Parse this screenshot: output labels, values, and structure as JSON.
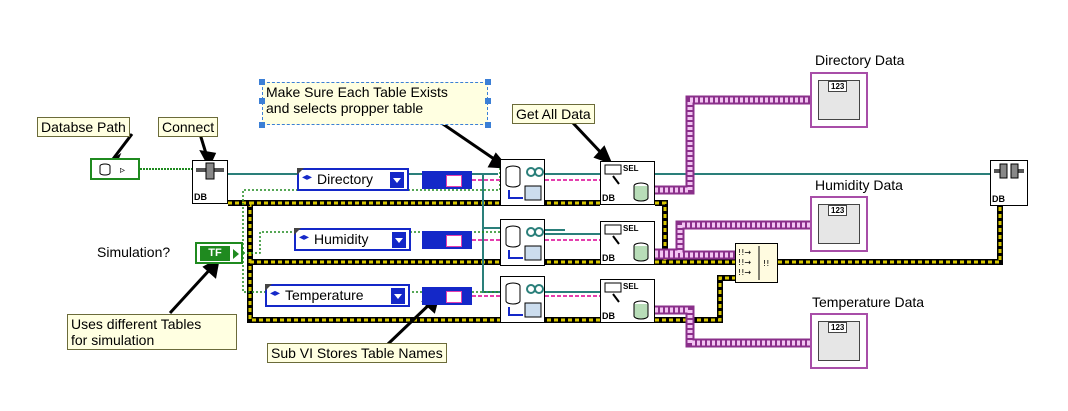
{
  "labels": {
    "database_path": "Databse Path",
    "connect": "Connect",
    "make_sure_line1": "Make Sure Each Table Exists",
    "make_sure_line2": "and selects propper table",
    "get_all_data": "Get All Data",
    "simulation_label": "Simulation?",
    "uses_tables_line1": "Uses different Tables",
    "uses_tables_line2": "for simulation",
    "sub_vi": "Sub VI Stores Table Names",
    "directory_data": "Directory Data",
    "humidity_data": "Humidity Data",
    "temperature_data": "Temperature Data"
  },
  "rings": {
    "directory": "Directory",
    "humidity": "Humidity",
    "temperature": "Temperature"
  },
  "boolean_control": "TF",
  "block_tags": {
    "db": "DB",
    "sel": "SEL",
    "indicator_value": "123"
  },
  "colors": {
    "cluster_wire": "#a64da6",
    "reference_wire": "#2a7f7a",
    "error_wire": "#c0b300",
    "boolean_wire": "#1f8a1f",
    "ring_border": "#1428c8",
    "comment_bg": "#ffffe1"
  }
}
